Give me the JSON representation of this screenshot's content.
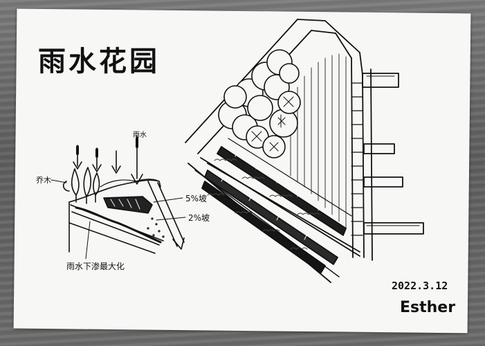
{
  "title": "雨水花园",
  "labels": {
    "rain": "雨水",
    "tree": "乔木",
    "slope_5": "5%坡",
    "slope_2": "2%坡",
    "bottom": "雨水下渗最大化"
  },
  "date": "2022.3.12",
  "signature": "Esther"
}
